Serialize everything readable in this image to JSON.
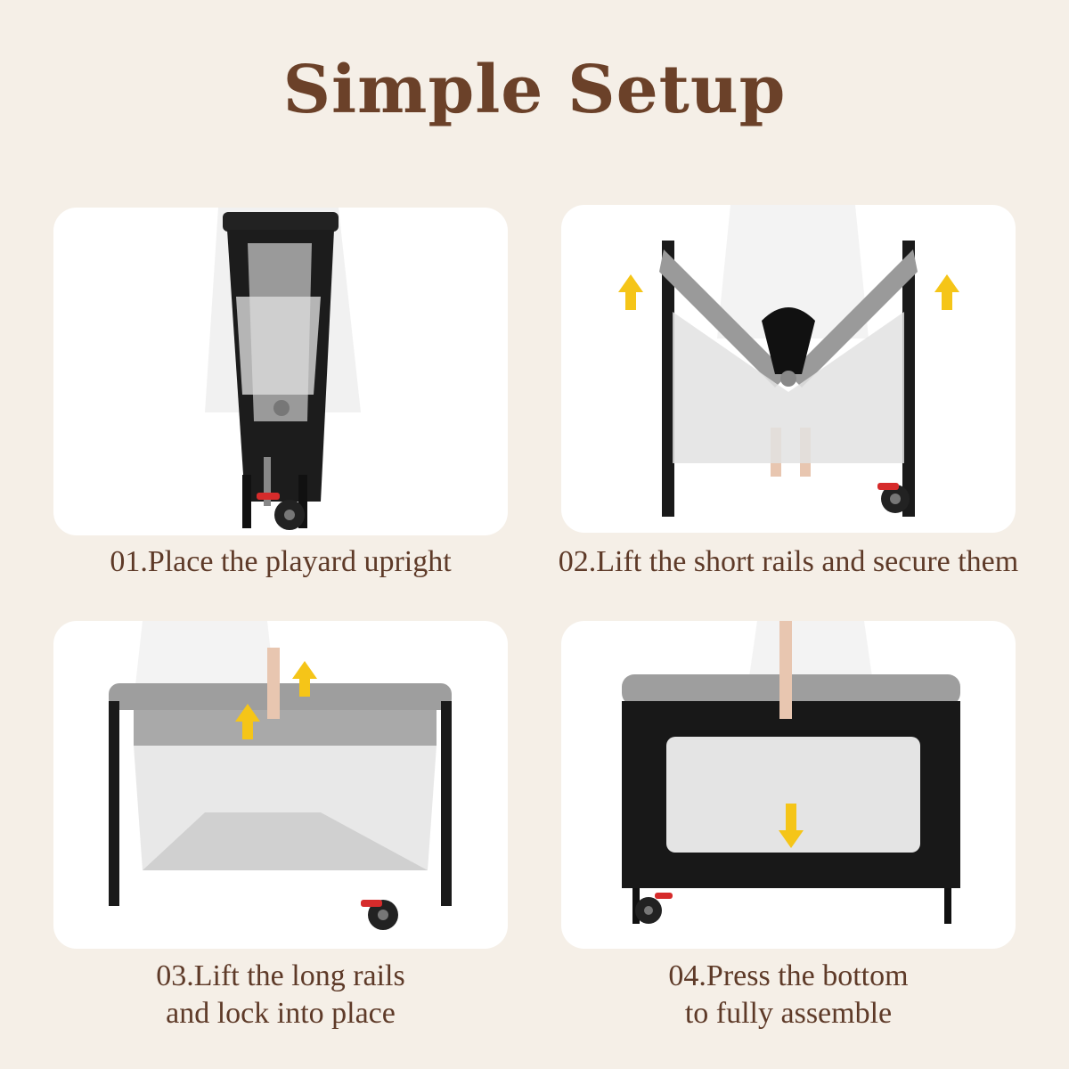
{
  "title": "Simple Setup",
  "colors": {
    "background": "#f5efe7",
    "title": "#6b4129",
    "caption": "#5e3a28",
    "card": "#ffffff",
    "arrow": "#f5c518"
  },
  "steps": [
    {
      "caption": "01.Place the playard upright",
      "image": "folded-playard-photo",
      "arrows": 0
    },
    {
      "caption": "02.Lift the short rails and secure them",
      "image": "playard-lifting-short-rails-photo",
      "arrows": 2
    },
    {
      "caption_lines": [
        "03.Lift the long rails",
        "and lock into place"
      ],
      "image": "playard-lifting-long-rails-photo",
      "arrows": 2
    },
    {
      "caption_lines": [
        "04.Press the bottom",
        "to fully assemble"
      ],
      "image": "playard-assembled-photo",
      "arrows": 1
    }
  ]
}
